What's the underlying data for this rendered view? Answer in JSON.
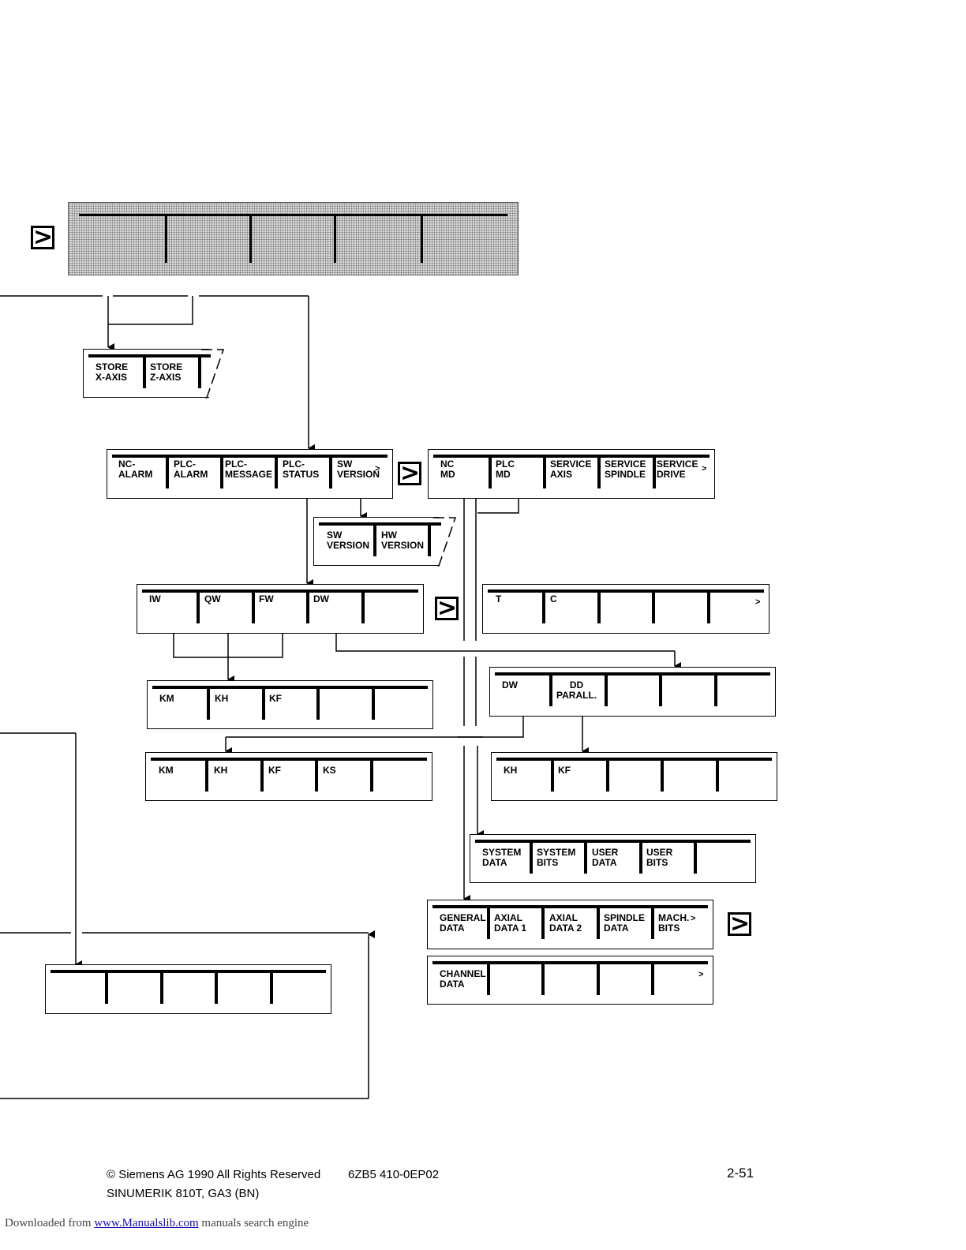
{
  "store_menu": {
    "key1": [
      "STORE",
      "X-AXIS"
    ],
    "key2": [
      "STORE",
      "Z-AXIS"
    ]
  },
  "diag_menu": {
    "keys": [
      [
        "NC-",
        "ALARM"
      ],
      [
        "PLC-",
        "ALARM"
      ],
      [
        "PLC-",
        "MESSAGE"
      ],
      [
        "PLC-",
        "STATUS"
      ],
      [
        "SW",
        "VERSION"
      ]
    ],
    "more": ">"
  },
  "md_menu": {
    "keys": [
      [
        "NC",
        "MD"
      ],
      [
        "PLC",
        "MD"
      ],
      [
        "SERVICE",
        "AXIS"
      ],
      [
        "SERVICE",
        "SPINDLE"
      ],
      [
        "SERVICE",
        "DRIVE"
      ]
    ],
    "more": ">"
  },
  "version_menu": {
    "key1": [
      "SW",
      "VERSION"
    ],
    "key2": [
      "HW",
      "VERSION"
    ]
  },
  "io_menu": {
    "keys": [
      "IW",
      "QW",
      "FW",
      "DW"
    ]
  },
  "tc_menu": {
    "keys": [
      "T",
      "C"
    ],
    "more": ">"
  },
  "km_menu_a": {
    "keys": [
      "KM",
      "KH",
      "KF"
    ]
  },
  "dw_menu": {
    "key1": "DW",
    "key2": [
      "DD",
      "PARALL."
    ]
  },
  "km_menu_b": {
    "keys": [
      "KM",
      "KH",
      "KF",
      "KS"
    ]
  },
  "khkf_menu": {
    "keys": [
      "KH",
      "KF"
    ]
  },
  "system_menu": {
    "keys": [
      [
        "SYSTEM",
        "DATA"
      ],
      [
        "SYSTEM",
        "BITS"
      ],
      [
        "USER",
        "DATA"
      ],
      [
        "USER",
        "BITS"
      ]
    ]
  },
  "general_menu": {
    "keys": [
      [
        "GENERAL",
        "DATA"
      ],
      [
        "AXIAL",
        "DATA 1"
      ],
      [
        "AXIAL",
        "DATA 2"
      ],
      [
        "SPINDLE",
        "DATA"
      ],
      [
        "MACH.",
        "BITS"
      ]
    ],
    "more": ">"
  },
  "channel_menu": {
    "key1": [
      "CHANNEL",
      "DATA"
    ],
    "more": ">"
  },
  "next_key_symbol": ">",
  "footer": {
    "copyright": "© Siemens AG 1990 All Rights Reserved",
    "order_no": "6ZB5 410-0EP02",
    "product": "SINUMERIK 810T, GA3 (BN)",
    "page": "2-51"
  },
  "download": {
    "prefix": "Downloaded from",
    "link": "www.Manualslib.com",
    "suffix": "manuals search engine"
  }
}
